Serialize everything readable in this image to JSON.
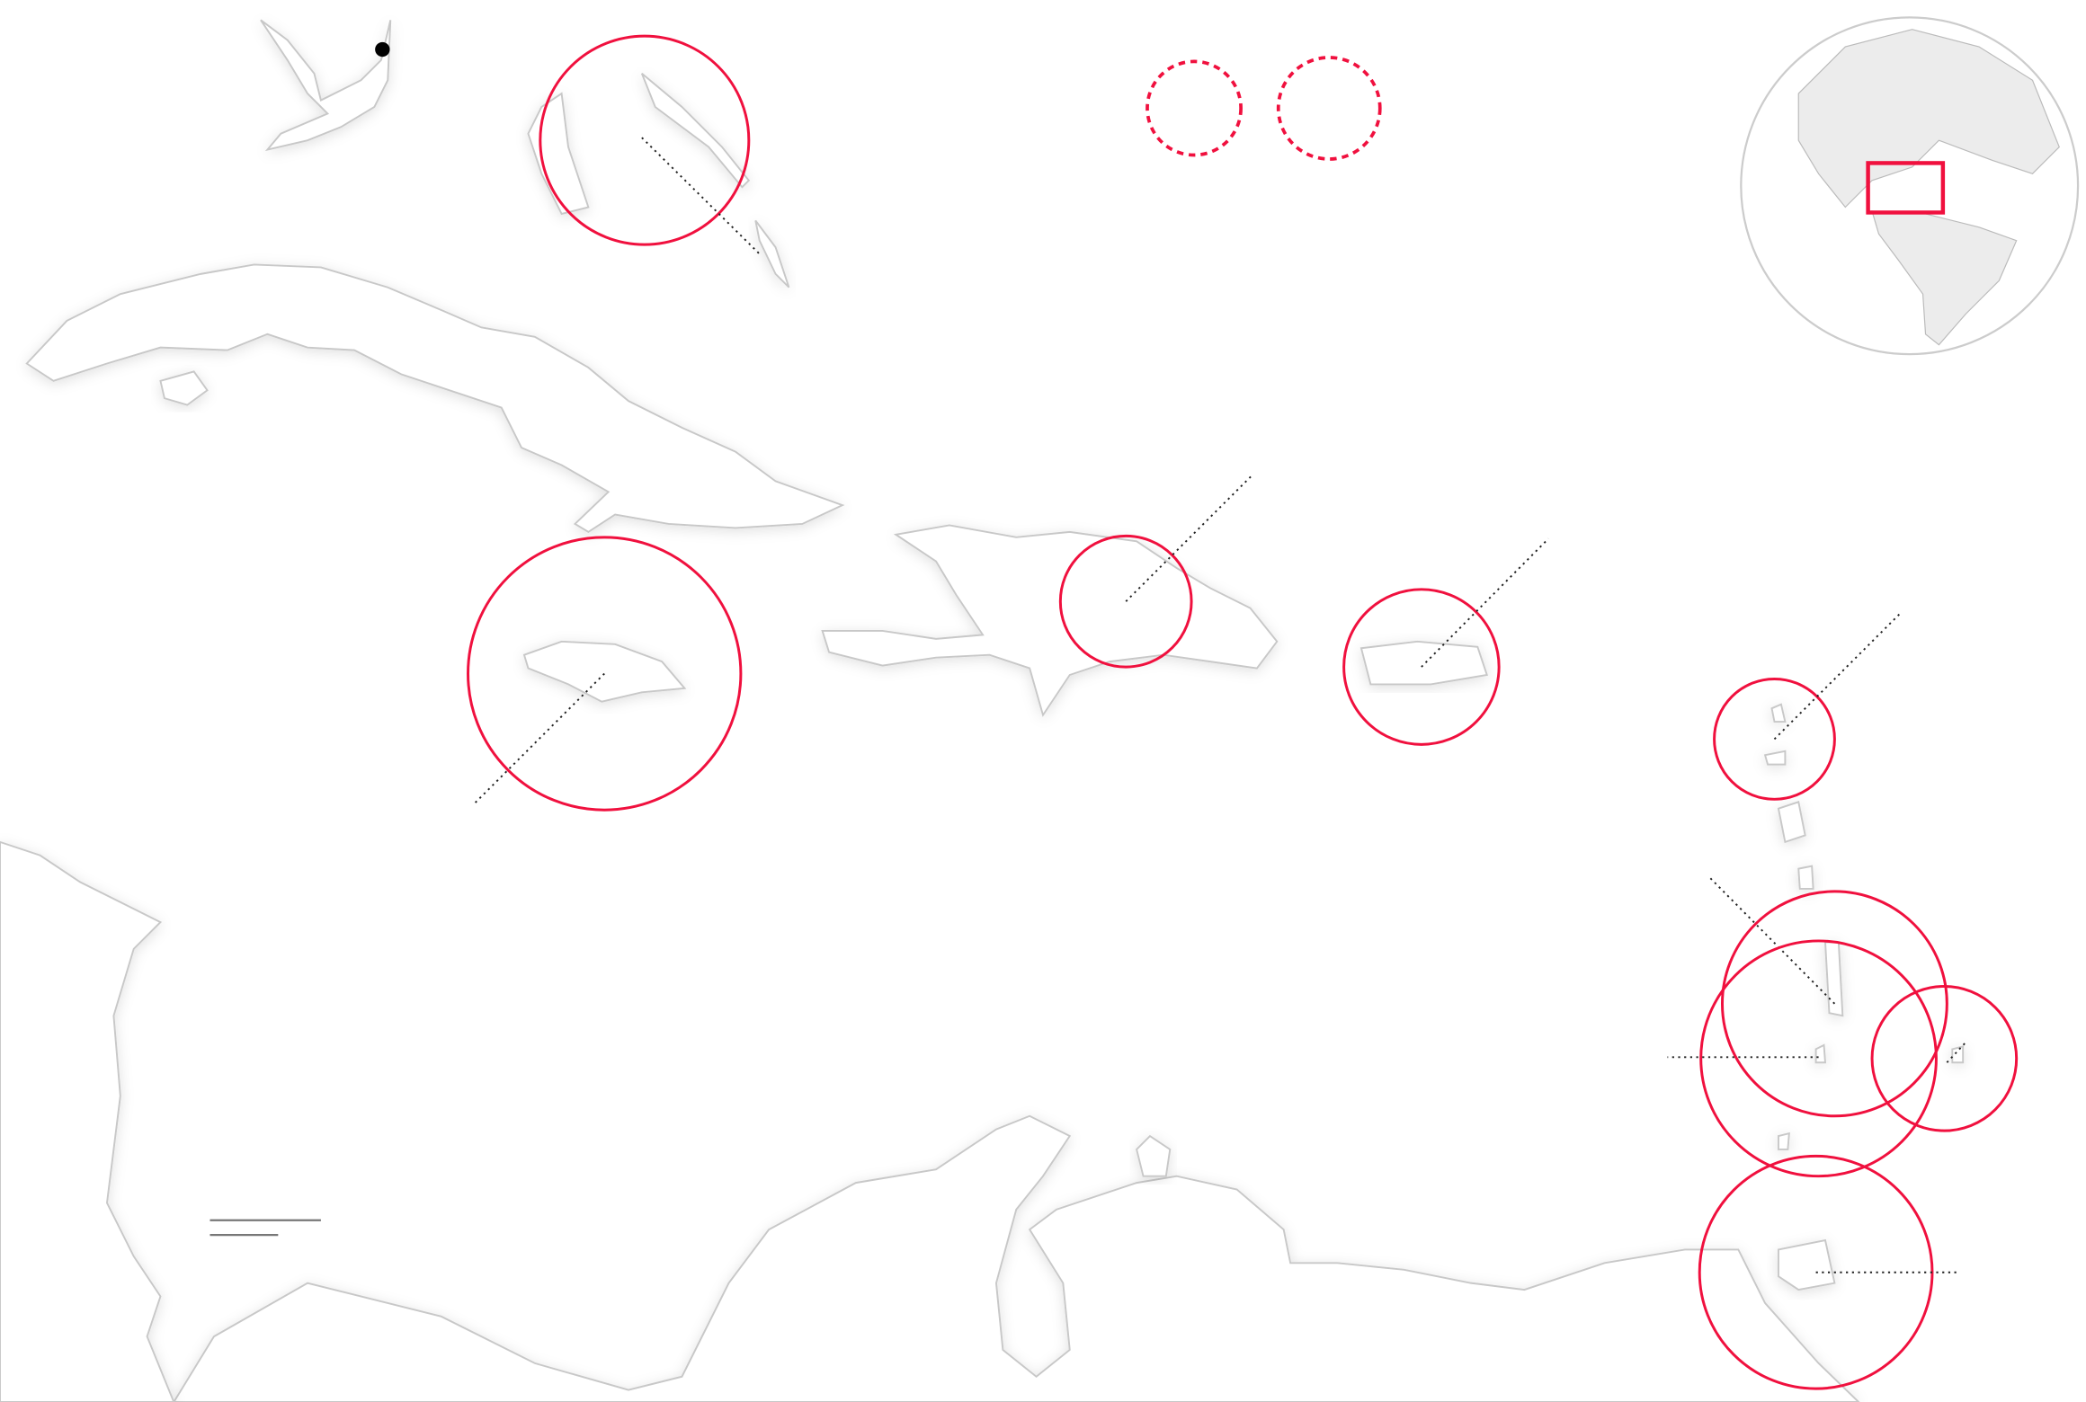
{
  "map": {
    "accent_color": "#f0103e",
    "land_color": "#ffffff",
    "coast_color": "#c8c8c8",
    "globe_land_color": "#ececec",
    "markers": [
      "bahamas",
      "jamaica",
      "dominican-republic",
      "puerto-rico",
      "leeward-islands",
      "st-lucia",
      "st-vincent",
      "barbados",
      "trinidad-tobago"
    ],
    "locator": "globe-inset"
  }
}
